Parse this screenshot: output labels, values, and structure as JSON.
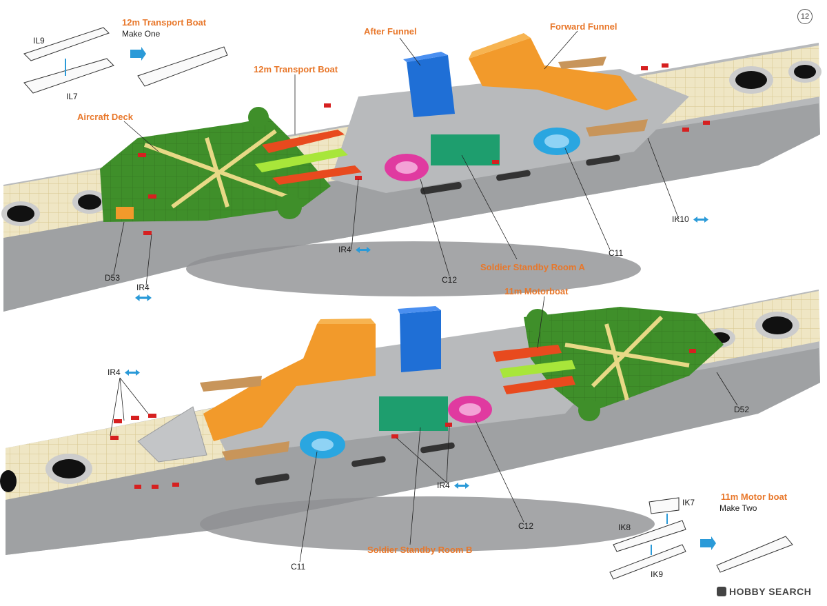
{
  "step_number": "12",
  "watermark": "HOBBY SEARCH",
  "colors": {
    "label_orange": "#e8772a",
    "arrow_blue": "#2a9ad8",
    "hull_grey": "#a9abad",
    "deck_green": "#3f8f2a",
    "funnel_orange": "#f29a2b",
    "funnel_blue": "#1f6fd6",
    "boat_red": "#e84a1e",
    "boat_lime": "#a8e63a",
    "standby_green": "#1e9e6e",
    "reel_cyan": "#2aa6e0",
    "reel_magenta": "#e03aa0",
    "boat_tan": "#c8955a"
  },
  "top_inset": {
    "title": "12m Transport Boat",
    "subtitle": "Make One",
    "parts": [
      "IL9",
      "IL7"
    ]
  },
  "bottom_inset": {
    "title": "11m Motor boat",
    "subtitle": "Make Two",
    "parts": [
      "IK7",
      "IK8",
      "IK9"
    ]
  },
  "top_ship": {
    "labels": {
      "after_funnel": "After Funnel",
      "forward_funnel": "Forward Funnel",
      "transport_boat": "12m Transport Boat",
      "aircraft_deck": "Aircraft Deck",
      "standby_a": "Soldier Standby Room A"
    },
    "parts": {
      "ik10": "IK10",
      "ir4_mid": "IR4",
      "c11": "C11",
      "c12": "C12",
      "d53": "D53",
      "ir4_bottom": "IR4"
    }
  },
  "bottom_ship": {
    "labels": {
      "motorboat": "11m Motorboat",
      "standby_b": "Soldier Standby Room B"
    },
    "parts": {
      "ir4_left": "IR4",
      "d52": "D52",
      "ir4_mid": "IR4",
      "c12": "C12",
      "c11": "C11"
    }
  }
}
